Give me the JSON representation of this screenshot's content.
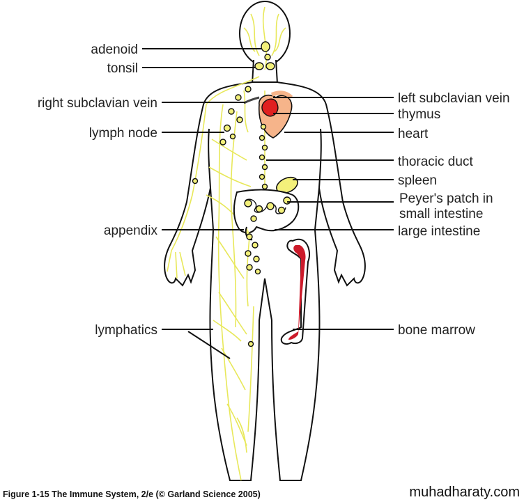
{
  "labels": {
    "adenoid": "adenoid",
    "tonsil": "tonsil",
    "right_subclavian_vein": "right subclavian vein",
    "lymph_node": "lymph node",
    "appendix": "appendix",
    "lymphatics": "lymphatics",
    "left_subclavian_vein": "left subclavian vein",
    "thymus": "thymus",
    "heart": "heart",
    "thoracic_duct": "thoracic duct",
    "spleen": "spleen",
    "peyers_patch_line1": "Peyer's patch in",
    "peyers_patch_line2": "small intestine",
    "large_intestine": "large intestine",
    "bone_marrow": "bone marrow"
  },
  "caption": "Figure 1-15  The Immune System, 2/e (© Garland Science 2005)",
  "watermark": "muhadharaty.com",
  "colors": {
    "lymph": "#f3f07a",
    "heart": "#f6b48a",
    "thymus": "#e02020",
    "bone_marrow": "#cc1a2a"
  }
}
